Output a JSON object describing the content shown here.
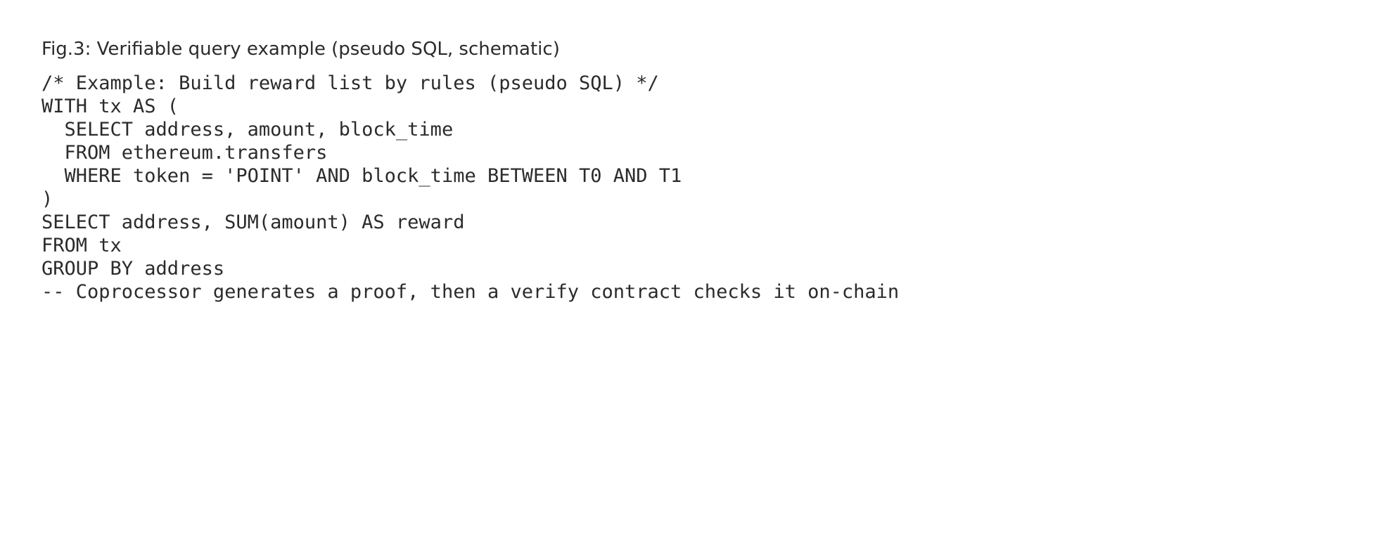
{
  "figure": {
    "caption": "Fig.3: Verifiable query example (pseudo SQL, schematic)",
    "code_lines": [
      "/* Example: Build reward list by rules (pseudo SQL) */",
      "WITH tx AS (",
      "  SELECT address, amount, block_time",
      "  FROM ethereum.transfers",
      "  WHERE token = 'POINT' AND block_time BETWEEN T0 AND T1",
      ")",
      "SELECT address, SUM(amount) AS reward",
      "FROM tx",
      "GROUP BY address",
      "-- Coprocessor generates a proof, then a verify contract checks it on-chain"
    ]
  }
}
